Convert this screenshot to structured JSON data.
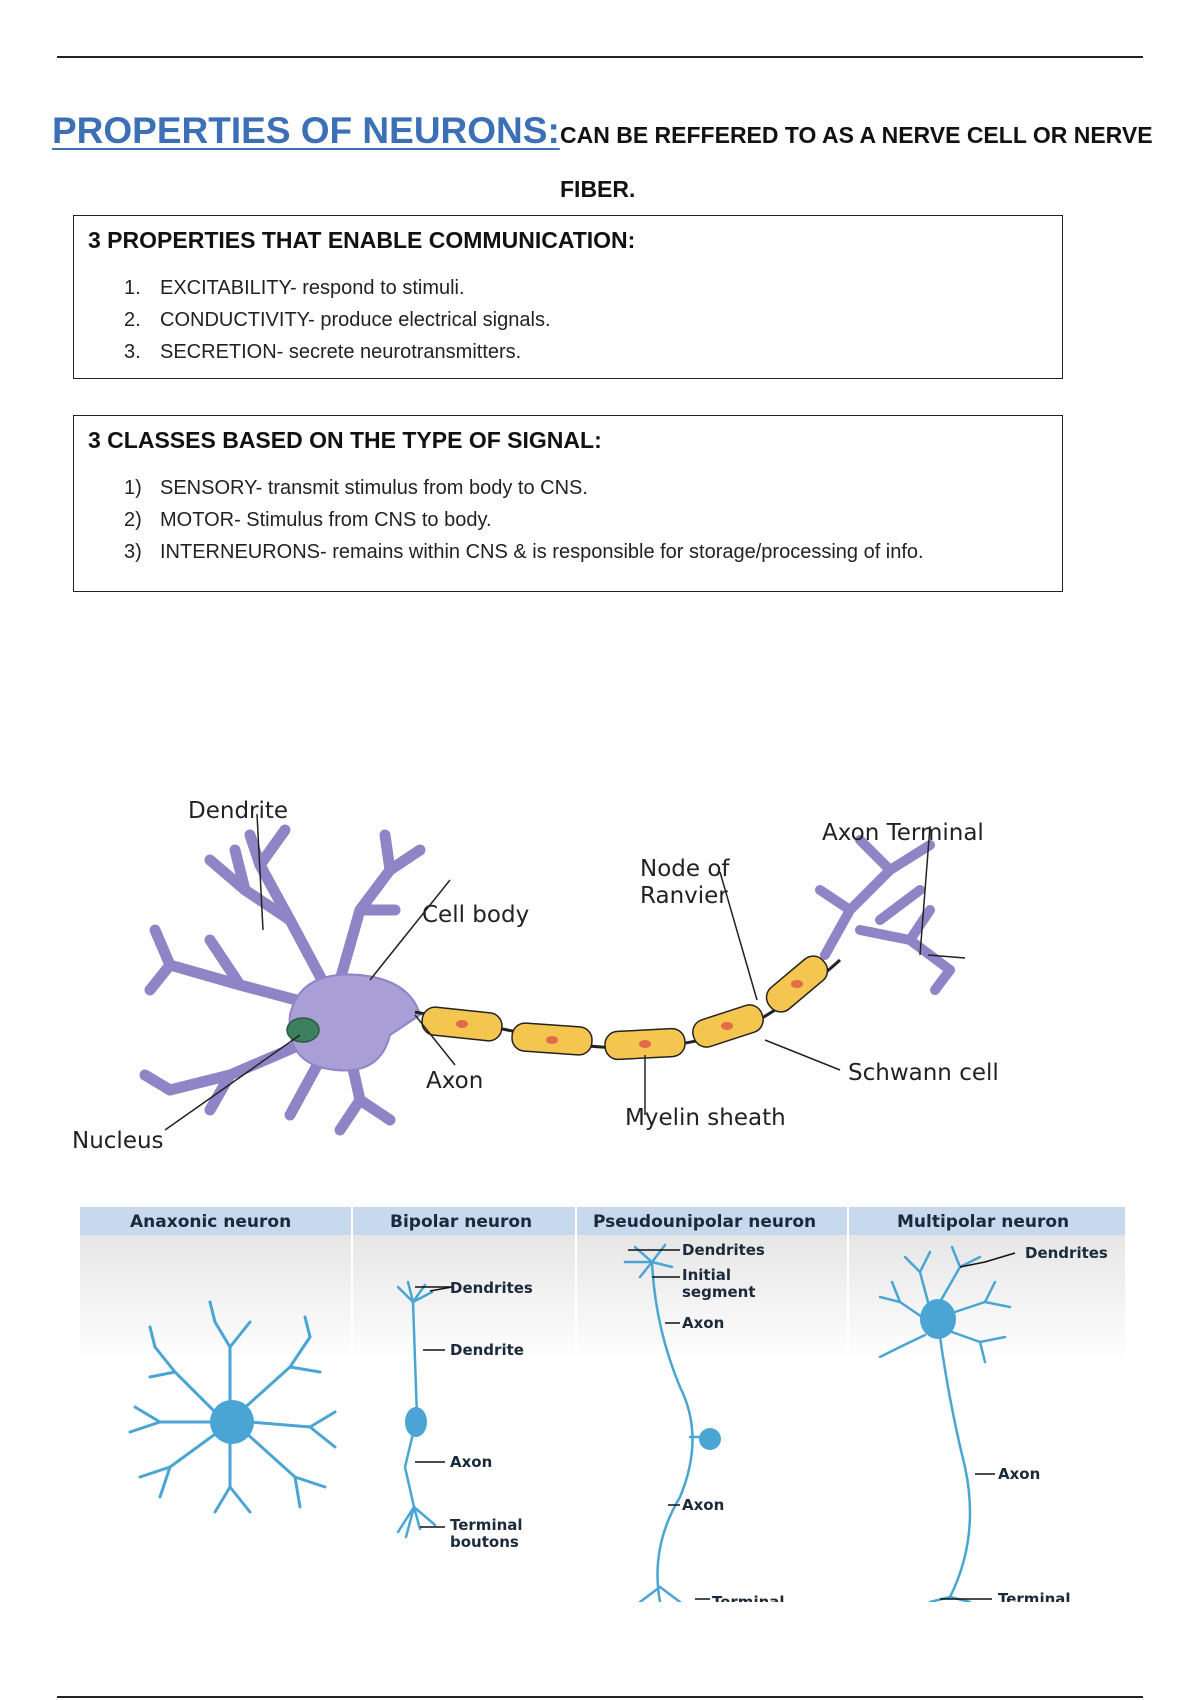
{
  "document": {
    "title": "PROPERTIES OF NEURONS:",
    "subtitle_line1": "CAN BE REFFERED TO AS A NERVE CELL OR NERVE",
    "subtitle_line2": "FIBER."
  },
  "properties_box": {
    "heading": "3 PROPERTIES THAT ENABLE COMMUNICATION:",
    "items": [
      {
        "num": "1.",
        "text": "EXCITABILITY- respond to stimuli."
      },
      {
        "num": "2.",
        "text": "CONDUCTIVITY- produce electrical signals."
      },
      {
        "num": "3.",
        "text": "SECRETION- secrete neurotransmitters."
      }
    ]
  },
  "classes_box": {
    "heading": "3 CLASSES BASED ON THE TYPE OF SIGNAL:",
    "items": [
      {
        "num": "1)",
        "text": "SENSORY- transmit stimulus from body to CNS."
      },
      {
        "num": "2)",
        "text": "MOTOR- Stimulus from CNS to body."
      },
      {
        "num": "3)",
        "text": "INTERNEURONS- remains within CNS & is responsible for storage/processing of info."
      }
    ]
  },
  "neuron_diagram": {
    "labels": {
      "dendrite": "Dendrite",
      "axon_terminal": "Axon Terminal",
      "node_line1": "Node of",
      "node_line2": "Ranvier",
      "cell_body": "Cell body",
      "axon": "Axon",
      "schwann_cell": "Schwann cell",
      "myelin_sheath": "Myelin sheath",
      "nucleus": "Nucleus"
    },
    "colors": {
      "soma": "#a99fd6",
      "myelin": "#f4c64f",
      "nucleus": "#3d8060"
    }
  },
  "neuron_types": {
    "headers": [
      "Anaxonic neuron",
      "Bipolar neuron",
      "Pseudounipolar neuron",
      "Multipolar neuron"
    ],
    "bipolar": {
      "dendrites": "Dendrites",
      "dendrite": "Dendrite",
      "axon": "Axon",
      "terminal_1": "Terminal",
      "terminal_2": "boutons"
    },
    "pseudounipolar": {
      "dendrites": "Dendrites",
      "initial_1": "Initial",
      "initial_2": "segment",
      "axon_top": "Axon",
      "axon_bottom": "Axon",
      "terminal": "Terminal"
    },
    "multipolar": {
      "dendrites": "Dendrites",
      "axon": "Axon",
      "terminal": "Terminal"
    },
    "colors": {
      "header_bg": "#c6d9ef",
      "neuron": "#4aa5d4",
      "line": "#111111"
    }
  }
}
